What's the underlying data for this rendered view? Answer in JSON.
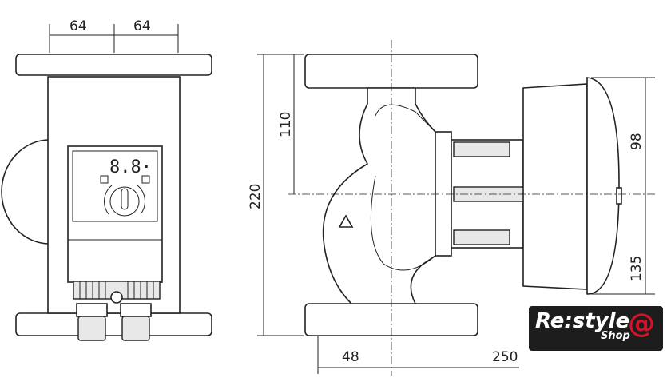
{
  "dimensions": {
    "left_view": {
      "half_width_left": "64",
      "half_width_right": "64"
    },
    "side_view": {
      "total_height": "220",
      "upper_height": "110",
      "motor_upper": "98",
      "motor_lower": "135",
      "flange_to_axis": "48",
      "axis_to_motor": "250"
    }
  },
  "display": {
    "readout": "8.8·"
  },
  "logo": {
    "main": "Re:style",
    "sub": "Shop",
    "mark": "@"
  }
}
